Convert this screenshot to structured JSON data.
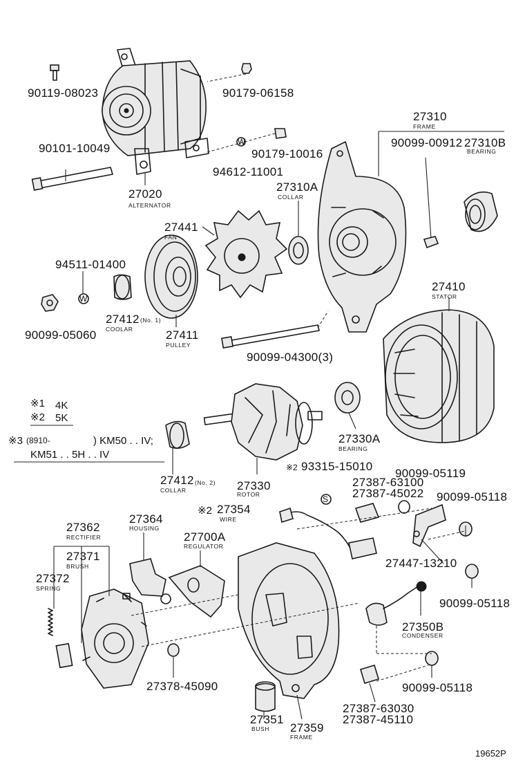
{
  "parts": {
    "p90119": "90119-08023",
    "p90179a": "90179-06158",
    "p90101": "90101-10049",
    "p90179b": "90179-10016",
    "p94612": "94612-11001",
    "p27020": "27020",
    "p27020_sub": "ALTERNATOR",
    "p27310": "27310",
    "p27310_sub": "FRAME",
    "p90099a": "90099-00912",
    "p27310b": "27310B",
    "p27310b_sub": "BEARING",
    "p27310a": "27310A",
    "p27310a_sub": "COLLAR",
    "p27441": "27441",
    "p27441_sub": "FAN",
    "p94511": "94511-01400",
    "p90099b": "90099-05060",
    "p27412a": "27412",
    "p27412a_no": "(No. 1)",
    "p27412a_sub": "COOLAR",
    "p27411": "27411",
    "p27411_sub": "PULLEY",
    "p90099c": "90099-04300(3)",
    "p27410": "27410",
    "p27410_sub": "STATOR",
    "p27330a": "27330A",
    "p27330a_sub": "BEARING",
    "p27412b": "27412",
    "p27412b_no": "(No. 2)",
    "p27412b_sub": "COLLAR",
    "p27330": "27330",
    "p27330_sub": "ROTOR",
    "p93315": "93315-15010",
    "p93315_mark": "※2",
    "p90099d": "90099-05119",
    "p27387a": "27387-63100",
    "p27387b": "27387-45022",
    "p90099e": "90099-05118",
    "p27354": "27354",
    "p27354_mark": "※2",
    "p27354_sub": "WIRE",
    "p27362": "27362",
    "p27362_sub": "RECTIFIER",
    "p27364": "27364",
    "p27364_sub": "HOUSING",
    "p27700a": "27700A",
    "p27700a_sub": "REGULATOR",
    "p27371": "27371",
    "p27371_sub": "BRUSH",
    "p27372": "27372",
    "p27372_sub": "SPRING",
    "p27447": "27447-13210",
    "p90099f": "90099-05118",
    "p27350b": "27350B",
    "p27350b_sub": "CONDENSER",
    "p27378": "27378-45090",
    "p90099g": "90099-05118",
    "p27351": "27351",
    "p27351_sub": "BUSH",
    "p27359": "27359",
    "p27359_sub": "FRAME",
    "p27387c": "27387-63030",
    "p27387d": "27387-45110"
  },
  "notes": {
    "n1_mark": "※1",
    "n1_text": "4K",
    "n2_mark": "※2",
    "n2_text": "5K",
    "n3_mark": "※3",
    "n3_a": "(8910-",
    "n3_b": ") KM50 . . IV;",
    "n3_c": "KM51 . . 5H . . IV"
  },
  "washer_mark": "W",
  "snap_mark": "S",
  "ref_code": "19652P"
}
